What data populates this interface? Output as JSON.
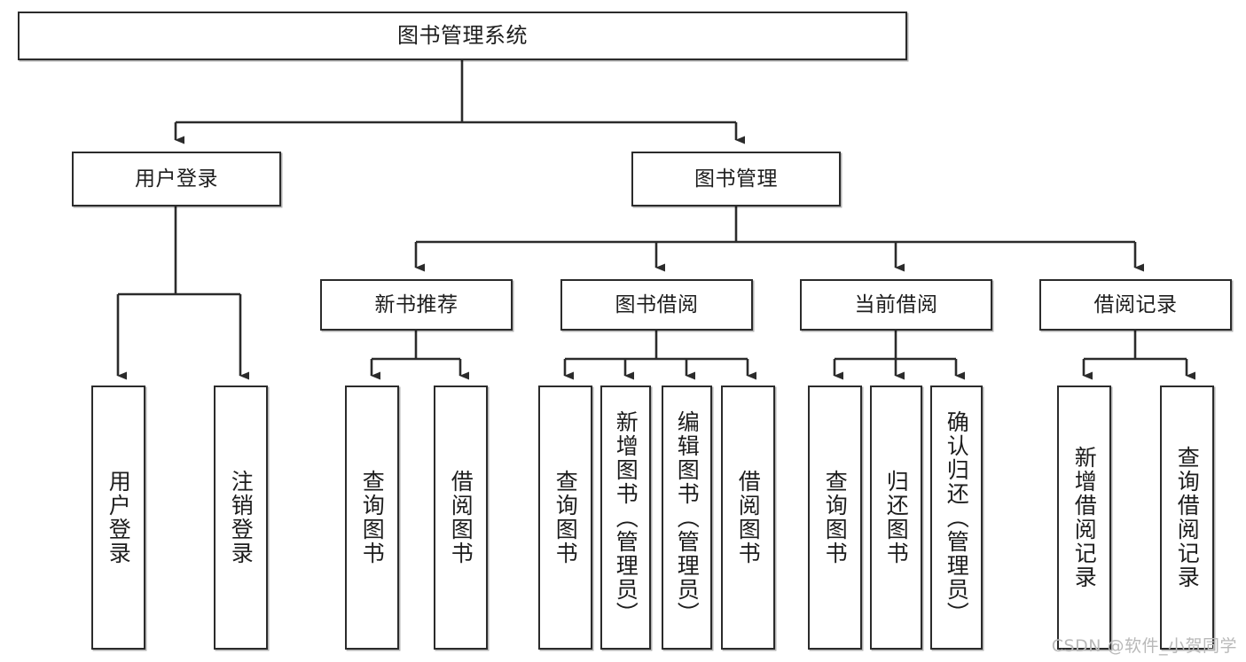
{
  "diagram": {
    "title": "图书管理系统",
    "type": "tree-hierarchy",
    "watermark": "CSDN @软件_小贺同学",
    "colors": {
      "stroke": "#2b2b2b",
      "fill": "#ffffff",
      "text": "#1d1d1d",
      "watermark": "#b9b9b9"
    },
    "nodes": {
      "root": {
        "label": "图书管理系统"
      },
      "level2": [
        {
          "id": "user-login",
          "label": "用户登录"
        },
        {
          "id": "book-management",
          "label": "图书管理"
        }
      ],
      "level3": [
        {
          "id": "new-book-recommend",
          "label": "新书推荐"
        },
        {
          "id": "book-borrow",
          "label": "图书借阅"
        },
        {
          "id": "current-borrow",
          "label": "当前借阅"
        },
        {
          "id": "borrow-record",
          "label": "借阅记录"
        }
      ],
      "leaves": {
        "user_login": [
          {
            "id": "leaf-user-login",
            "label": "用户登录"
          },
          {
            "id": "leaf-logout-login",
            "label": "注销登录"
          }
        ],
        "new_book_recommend": [
          {
            "id": "leaf-query-book-1",
            "label": "查询图书"
          },
          {
            "id": "leaf-borrow-book-1",
            "label": "借阅图书"
          }
        ],
        "book_borrow": [
          {
            "id": "leaf-query-book-2",
            "label": "查询图书"
          },
          {
            "id": "leaf-add-book",
            "label": "新增图书（管理员）"
          },
          {
            "id": "leaf-edit-book",
            "label": "编辑图书（管理员）"
          },
          {
            "id": "leaf-borrow-book-2",
            "label": "借阅图书"
          }
        ],
        "current_borrow": [
          {
            "id": "leaf-query-book-3",
            "label": "查询图书"
          },
          {
            "id": "leaf-return-book",
            "label": "归还图书"
          },
          {
            "id": "leaf-confirm-return",
            "label": "确认归还（管理员）"
          }
        ],
        "borrow_record": [
          {
            "id": "leaf-add-record",
            "label": "新增借阅记录"
          },
          {
            "id": "leaf-query-record",
            "label": "查询借阅记录"
          }
        ]
      }
    }
  }
}
